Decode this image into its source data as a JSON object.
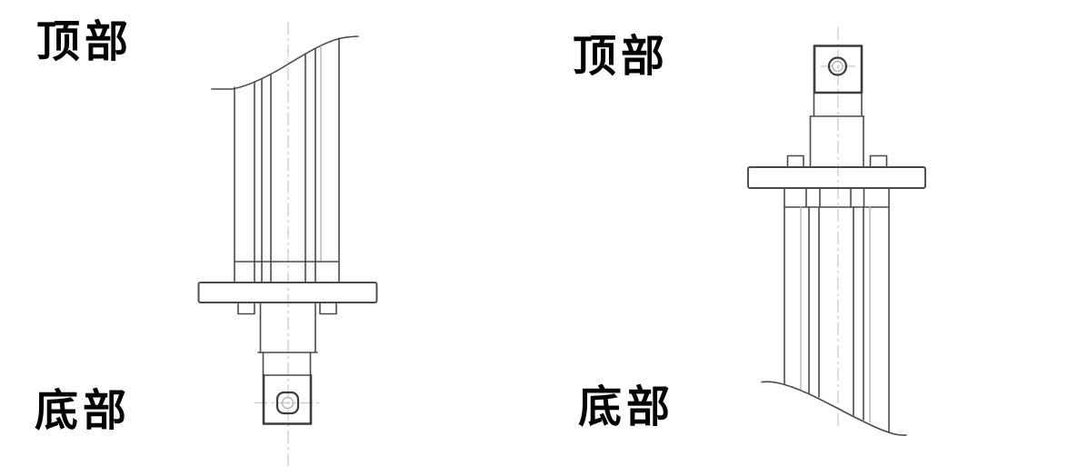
{
  "views": {
    "left": {
      "top_label": "顶部",
      "bottom_label": "底部"
    },
    "right": {
      "top_label": "顶部",
      "bottom_label": "底部"
    }
  },
  "colors": {
    "line": "#4a4a4a",
    "line_bold": "#3c3c3c",
    "light_line": "#b8b8b8",
    "centerline": "#c8c8c8",
    "text": "#000000",
    "background": "#ffffff"
  }
}
